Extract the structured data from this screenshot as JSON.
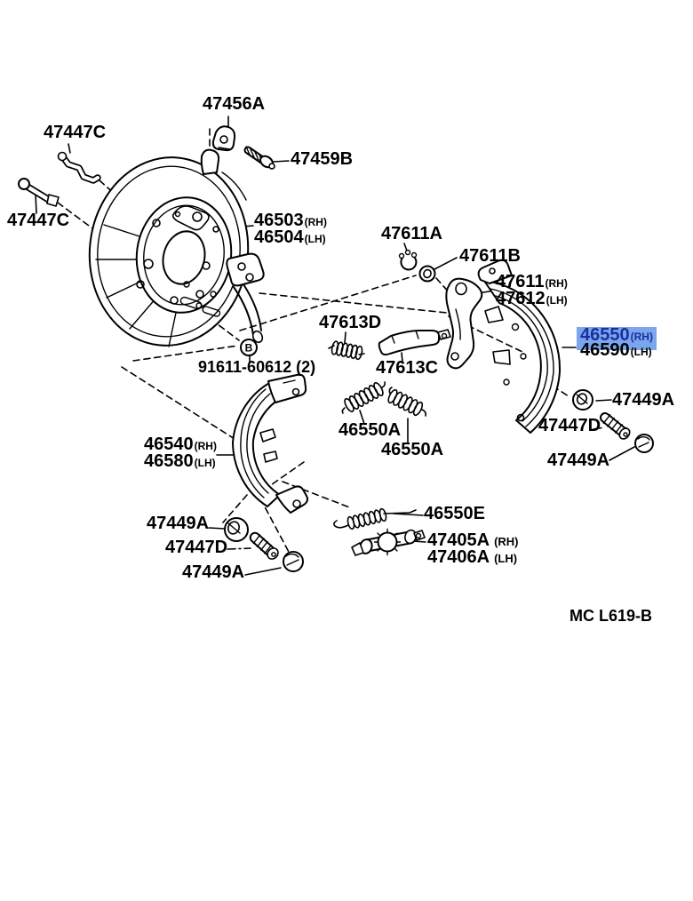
{
  "colors": {
    "background": "#ffffff",
    "line": "#000000",
    "highlight-fill": "#7ba5ec",
    "highlight-text": "#19309e"
  },
  "selection": {
    "part": "46550",
    "side": "(RH)"
  },
  "labels": {
    "clip_47447c": "47447C",
    "pin_47447c": "47447C",
    "clamp_47456a": "47456A",
    "bolt_47459b": "47459B",
    "plate_rh": "46503",
    "plate_rh_side": "(RH)",
    "plate_lh": "46504",
    "plate_lh_side": "(LH)",
    "clip_47611a": "47611A",
    "washer_47611b": "47611B",
    "lever_rh": "47611",
    "lever_rh_side": "(RH)",
    "lever_lh": "47612",
    "lever_lh_side": "(LH)",
    "spring_47613d": "47613D",
    "strut_47613c": "47613C",
    "bolt_91611": "91611-60612 (2)",
    "bolt_marker": "B",
    "shoe1_rh": "46550",
    "shoe1_rh_side": "(RH)",
    "shoe1_lh": "46590",
    "shoe1_lh_side": "(LH)",
    "washer_47449a_r1": "47449A",
    "spring_47447d_r": "47447D",
    "cap_47449a_r2": "47449A",
    "shoe2_rh": "46540",
    "shoe2_rh_side": "(RH)",
    "shoe2_lh": "46580",
    "shoe2_lh_side": "(LH)",
    "spring_46550a_1": "46550A",
    "spring_46550a_2": "46550A",
    "washer_47449a_b1": "47449A",
    "spring_47447d_b": "47447D",
    "cap_47449a_b2": "47449A",
    "spring_46550e": "46550E",
    "adjuster_rh": "47405A",
    "adjuster_rh_side": "(RH)",
    "adjuster_lh": "47406A",
    "adjuster_lh_side": "(LH)"
  },
  "footer": {
    "drawing_code": "MC L619-B"
  }
}
